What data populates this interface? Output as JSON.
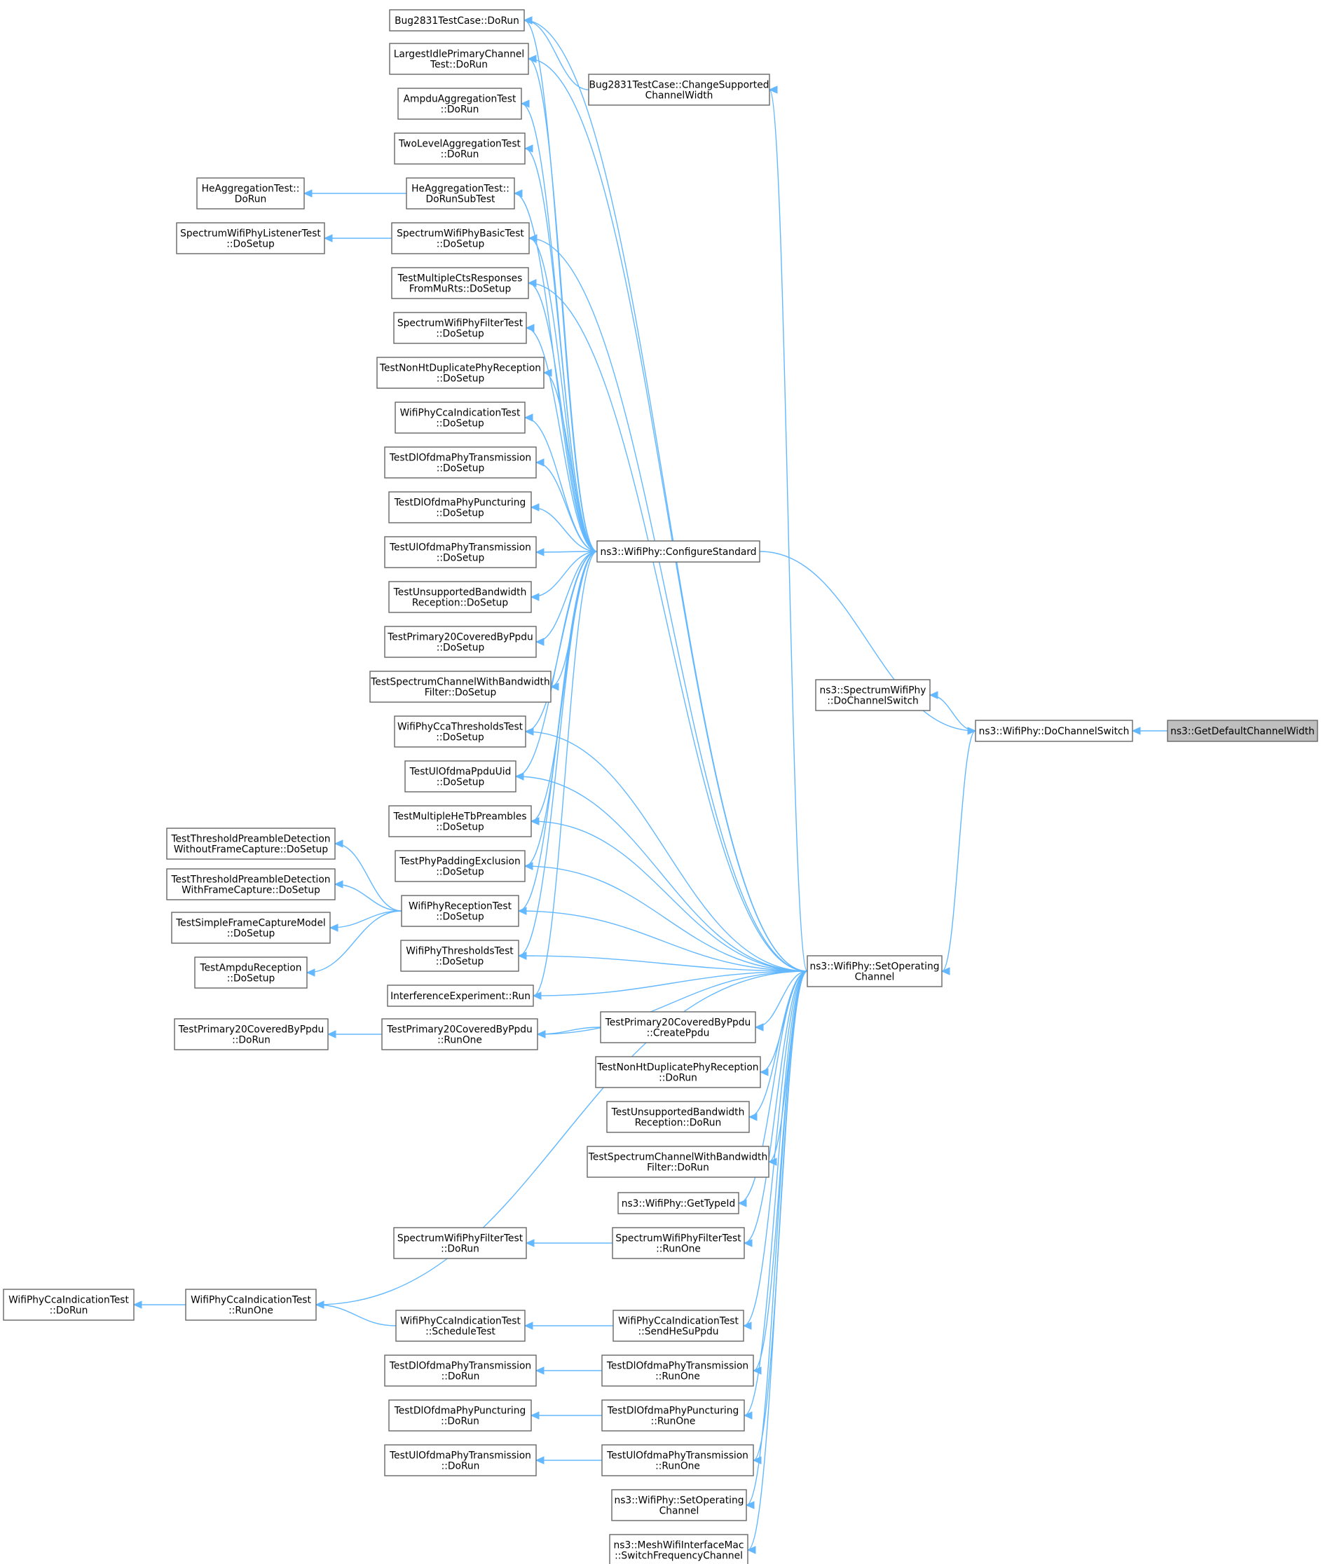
{
  "graph": {
    "direction": "right-to-left caller graph",
    "colors": {
      "edge": "#63b8ff",
      "node_border": "#666666",
      "focus_fill": "#bfbfbf",
      "node_fill": "#ffffff"
    },
    "nodes": [
      {
        "id": "n0",
        "lines": [
          "ns3::GetDefaultChannelWidth"
        ],
        "focus": true
      },
      {
        "id": "n1",
        "lines": [
          "ns3::WifiPhy::DoChannelSwitch"
        ]
      },
      {
        "id": "n2",
        "lines": [
          "ns3::SpectrumWifiPhy",
          "::DoChannelSwitch"
        ]
      },
      {
        "id": "n3",
        "lines": [
          "ns3::WifiPhy::ConfigureStandard"
        ]
      },
      {
        "id": "n4",
        "lines": [
          "ns3::WifiPhy::SetOperating",
          "Channel"
        ]
      },
      {
        "id": "n5",
        "lines": [
          "Bug2831TestCase::DoRun"
        ]
      },
      {
        "id": "n6",
        "lines": [
          "Bug2831TestCase::ChangeSupported",
          "ChannelWidth"
        ]
      },
      {
        "id": "n7",
        "lines": [
          "LargestIdlePrimaryChannel",
          "Test::DoRun"
        ]
      },
      {
        "id": "n8",
        "lines": [
          "AmpduAggregationTest",
          "::DoRun"
        ]
      },
      {
        "id": "n9",
        "lines": [
          "TwoLevelAggregationTest",
          "::DoRun"
        ]
      },
      {
        "id": "n10",
        "lines": [
          "HeAggregationTest::",
          "DoRunSubTest"
        ]
      },
      {
        "id": "n11",
        "lines": [
          "HeAggregationTest::",
          "DoRun"
        ]
      },
      {
        "id": "n12",
        "lines": [
          "SpectrumWifiPhyBasicTest",
          "::DoSetup"
        ]
      },
      {
        "id": "n13",
        "lines": [
          "SpectrumWifiPhyListenerTest",
          "::DoSetup"
        ]
      },
      {
        "id": "n14",
        "lines": [
          "TestMultipleCtsResponses",
          "FromMuRts::DoSetup"
        ]
      },
      {
        "id": "n15",
        "lines": [
          "SpectrumWifiPhyFilterTest",
          "::DoSetup"
        ]
      },
      {
        "id": "n16",
        "lines": [
          "TestNonHtDuplicatePhyReception",
          "::DoSetup"
        ]
      },
      {
        "id": "n17",
        "lines": [
          "WifiPhyCcaIndicationTest",
          "::DoSetup"
        ]
      },
      {
        "id": "n18",
        "lines": [
          "TestDlOfdmaPhyTransmission",
          "::DoSetup"
        ]
      },
      {
        "id": "n19",
        "lines": [
          "TestDlOfdmaPhyPuncturing",
          "::DoSetup"
        ]
      },
      {
        "id": "n20",
        "lines": [
          "TestUlOfdmaPhyTransmission",
          "::DoSetup"
        ]
      },
      {
        "id": "n21",
        "lines": [
          "TestUnsupportedBandwidth",
          "Reception::DoSetup"
        ]
      },
      {
        "id": "n22",
        "lines": [
          "TestPrimary20CoveredByPpdu",
          "::DoSetup"
        ]
      },
      {
        "id": "n23",
        "lines": [
          "TestSpectrumChannelWithBandwidth",
          "Filter::DoSetup"
        ]
      },
      {
        "id": "n24",
        "lines": [
          "WifiPhyCcaThresholdsTest",
          "::DoSetup"
        ]
      },
      {
        "id": "n25",
        "lines": [
          "TestUlOfdmaPpduUid",
          "::DoSetup"
        ]
      },
      {
        "id": "n26",
        "lines": [
          "TestMultipleHeTbPreambles",
          "::DoSetup"
        ]
      },
      {
        "id": "n27",
        "lines": [
          "TestPhyPaddingExclusion",
          "::DoSetup"
        ]
      },
      {
        "id": "n28",
        "lines": [
          "WifiPhyReceptionTest",
          "::DoSetup"
        ]
      },
      {
        "id": "n29",
        "lines": [
          "TestThresholdPreambleDetection",
          "WithoutFrameCapture::DoSetup"
        ]
      },
      {
        "id": "n30",
        "lines": [
          "TestThresholdPreambleDetection",
          "WithFrameCapture::DoSetup"
        ]
      },
      {
        "id": "n31",
        "lines": [
          "TestSimpleFrameCaptureModel",
          "::DoSetup"
        ]
      },
      {
        "id": "n32",
        "lines": [
          "TestAmpduReception",
          "::DoSetup"
        ]
      },
      {
        "id": "n33",
        "lines": [
          "WifiPhyThresholdsTest",
          "::DoSetup"
        ]
      },
      {
        "id": "n34",
        "lines": [
          "InterferenceExperiment::Run"
        ]
      },
      {
        "id": "n35",
        "lines": [
          "TestPrimary20CoveredByPpdu",
          "::RunOne"
        ]
      },
      {
        "id": "n36",
        "lines": [
          "TestPrimary20CoveredByPpdu",
          "::DoRun"
        ]
      },
      {
        "id": "n37",
        "lines": [
          "TestPrimary20CoveredByPpdu",
          "::CreatePpdu"
        ]
      },
      {
        "id": "n38",
        "lines": [
          "TestNonHtDuplicatePhyReception",
          "::DoRun"
        ]
      },
      {
        "id": "n39",
        "lines": [
          "TestUnsupportedBandwidth",
          "Reception::DoRun"
        ]
      },
      {
        "id": "n40",
        "lines": [
          "TestSpectrumChannelWithBandwidth",
          "Filter::DoRun"
        ]
      },
      {
        "id": "n41",
        "lines": [
          "ns3::WifiPhy::GetTypeId"
        ]
      },
      {
        "id": "n42",
        "lines": [
          "SpectrumWifiPhyFilterTest",
          "::RunOne"
        ]
      },
      {
        "id": "n43",
        "lines": [
          "SpectrumWifiPhyFilterTest",
          "::DoRun"
        ]
      },
      {
        "id": "n44",
        "lines": [
          "WifiPhyCcaIndicationTest",
          "::RunOne"
        ]
      },
      {
        "id": "n45",
        "lines": [
          "WifiPhyCcaIndicationTest",
          "::DoRun"
        ]
      },
      {
        "id": "n46",
        "lines": [
          "WifiPhyCcaIndicationTest",
          "::ScheduleTest"
        ]
      },
      {
        "id": "n47",
        "lines": [
          "WifiPhyCcaIndicationTest",
          "::SendHeSuPpdu"
        ]
      },
      {
        "id": "n48",
        "lines": [
          "TestDlOfdmaPhyTransmission",
          "::RunOne"
        ]
      },
      {
        "id": "n49",
        "lines": [
          "TestDlOfdmaPhyTransmission",
          "::DoRun"
        ]
      },
      {
        "id": "n50",
        "lines": [
          "TestDlOfdmaPhyPuncturing",
          "::RunOne"
        ]
      },
      {
        "id": "n51",
        "lines": [
          "TestDlOfdmaPhyPuncturing",
          "::DoRun"
        ]
      },
      {
        "id": "n52",
        "lines": [
          "TestUlOfdmaPhyTransmission",
          "::RunOne"
        ]
      },
      {
        "id": "n53",
        "lines": [
          "TestUlOfdmaPhyTransmission",
          "::DoRun"
        ]
      },
      {
        "id": "n54",
        "lines": [
          "ns3::WifiPhy::SetOperating",
          "Channel"
        ]
      },
      {
        "id": "n55",
        "lines": [
          "ns3::MeshWifiInterfaceMac",
          "::SwitchFrequencyChannel"
        ]
      }
    ],
    "edges": [
      [
        "n1",
        "n0"
      ],
      [
        "n2",
        "n1"
      ],
      [
        "n4",
        "n1"
      ],
      [
        "n1",
        "n3"
      ],
      [
        "n5",
        "n3"
      ],
      [
        "n5",
        "n6"
      ],
      [
        "n5",
        "n4"
      ],
      [
        "n6",
        "n4"
      ],
      [
        "n7",
        "n3"
      ],
      [
        "n7",
        "n4"
      ],
      [
        "n8",
        "n3"
      ],
      [
        "n9",
        "n3"
      ],
      [
        "n10",
        "n3"
      ],
      [
        "n11",
        "n10"
      ],
      [
        "n12",
        "n3"
      ],
      [
        "n12",
        "n4"
      ],
      [
        "n13",
        "n12"
      ],
      [
        "n14",
        "n3"
      ],
      [
        "n14",
        "n4"
      ],
      [
        "n15",
        "n3"
      ],
      [
        "n16",
        "n3"
      ],
      [
        "n17",
        "n3"
      ],
      [
        "n18",
        "n3"
      ],
      [
        "n19",
        "n3"
      ],
      [
        "n20",
        "n3"
      ],
      [
        "n21",
        "n3"
      ],
      [
        "n22",
        "n3"
      ],
      [
        "n23",
        "n3"
      ],
      [
        "n24",
        "n3"
      ],
      [
        "n24",
        "n4"
      ],
      [
        "n25",
        "n3"
      ],
      [
        "n25",
        "n4"
      ],
      [
        "n26",
        "n3"
      ],
      [
        "n26",
        "n4"
      ],
      [
        "n27",
        "n3"
      ],
      [
        "n27",
        "n4"
      ],
      [
        "n28",
        "n3"
      ],
      [
        "n28",
        "n4"
      ],
      [
        "n29",
        "n28"
      ],
      [
        "n30",
        "n28"
      ],
      [
        "n31",
        "n28"
      ],
      [
        "n32",
        "n28"
      ],
      [
        "n33",
        "n3"
      ],
      [
        "n33",
        "n4"
      ],
      [
        "n34",
        "n3"
      ],
      [
        "n34",
        "n4"
      ],
      [
        "n35",
        "n4"
      ],
      [
        "n36",
        "n35"
      ],
      [
        "n35",
        "n37"
      ],
      [
        "n37",
        "n4"
      ],
      [
        "n38",
        "n4"
      ],
      [
        "n39",
        "n4"
      ],
      [
        "n40",
        "n4"
      ],
      [
        "n41",
        "n4"
      ],
      [
        "n42",
        "n4"
      ],
      [
        "n43",
        "n42"
      ],
      [
        "n44",
        "n4"
      ],
      [
        "n45",
        "n44"
      ],
      [
        "n44",
        "n46"
      ],
      [
        "n46",
        "n47"
      ],
      [
        "n47",
        "n4"
      ],
      [
        "n48",
        "n4"
      ],
      [
        "n49",
        "n48"
      ],
      [
        "n50",
        "n4"
      ],
      [
        "n51",
        "n50"
      ],
      [
        "n52",
        "n4"
      ],
      [
        "n53",
        "n52"
      ],
      [
        "n54",
        "n4"
      ],
      [
        "n55",
        "n4"
      ]
    ]
  }
}
